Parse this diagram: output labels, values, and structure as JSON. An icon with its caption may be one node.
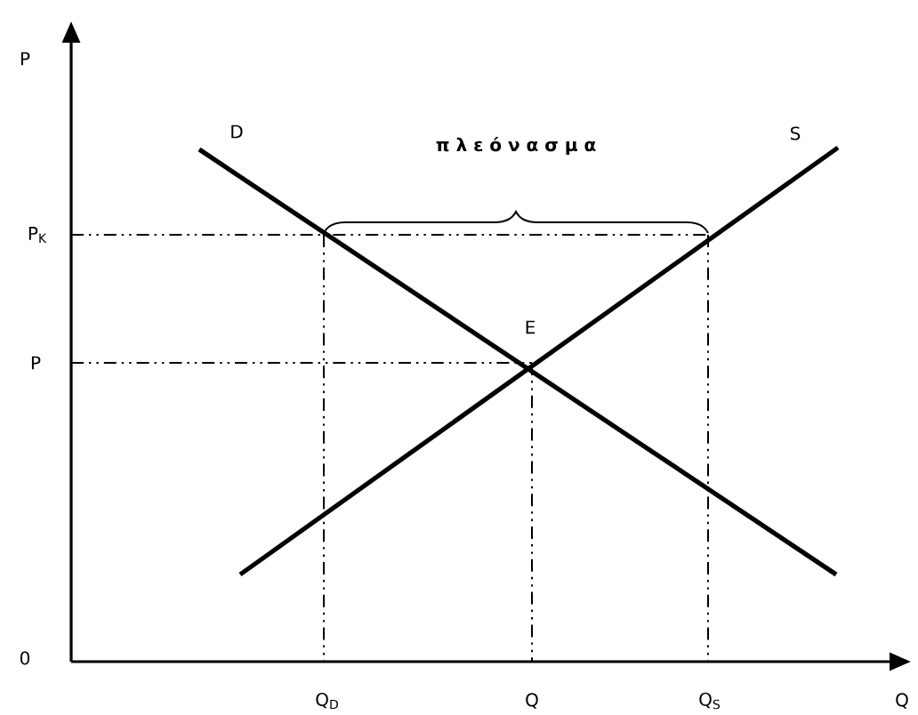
{
  "diagram": {
    "labels": [
      "P",
      "D",
      "π λ ε ό ν α σ μ α",
      "S",
      "P$_{K}$",
      "E",
      "P",
      "0",
      "Q$_{D}$",
      "Q",
      "Q$_{S}$",
      "Q"
    ]
  }
}
